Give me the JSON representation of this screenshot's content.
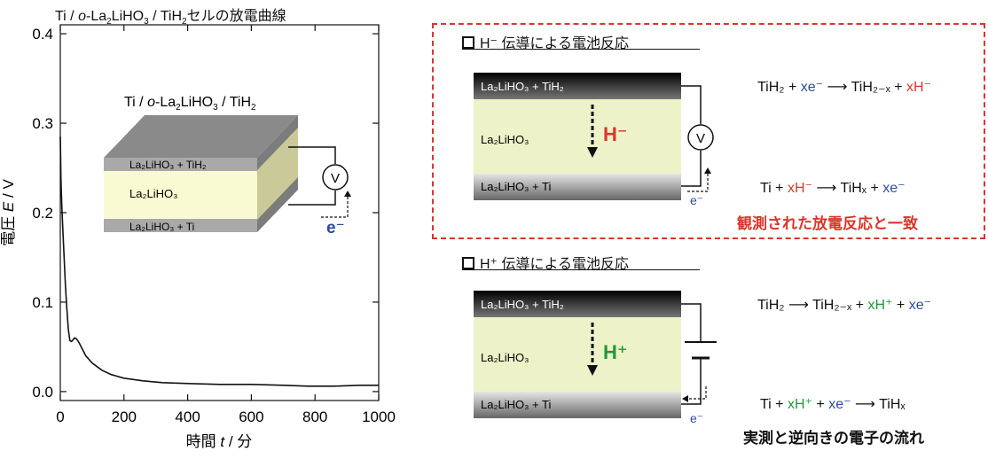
{
  "chart_title_pre": "Ti / ",
  "chart_title_o": "o",
  "chart_title_mid": "-La",
  "chart_title_s2": "2",
  "chart_title_mid2": "LiHO",
  "chart_title_s3": "3",
  "chart_title_mid3": " / TiH",
  "chart_title_s4": "2",
  "chart_title_post": "セルの放電曲線",
  "chart_data": {
    "type": "line",
    "xlabel_pre": "時間 ",
    "xlabel_var": "t",
    "xlabel_post": "  / 分",
    "ylabel_pre": "電圧 ",
    "ylabel_var": "E",
    "ylabel_post": " / V",
    "xlim": [
      0,
      1000
    ],
    "ylim": [
      -0.01,
      0.41
    ],
    "xticks": [
      0,
      200,
      400,
      600,
      800,
      1000
    ],
    "yticks": [
      0.0,
      0.1,
      0.2,
      0.3,
      0.4
    ],
    "ytick_labels": [
      "0.0",
      "0.1",
      "0.2",
      "0.3",
      "0.4"
    ],
    "series": [
      {
        "x": [
          0,
          1,
          2,
          3,
          5,
          8,
          12,
          16,
          20,
          25,
          30,
          35,
          40,
          45,
          50,
          55,
          60,
          70,
          80,
          100,
          130,
          160,
          200,
          260,
          320,
          400,
          500,
          600,
          700,
          780,
          860,
          940,
          1000
        ],
        "y": [
          0.285,
          0.26,
          0.24,
          0.225,
          0.205,
          0.18,
          0.15,
          0.12,
          0.095,
          0.07,
          0.057,
          0.056,
          0.058,
          0.06,
          0.059,
          0.057,
          0.054,
          0.047,
          0.04,
          0.032,
          0.024,
          0.019,
          0.015,
          0.012,
          0.01,
          0.009,
          0.008,
          0.008,
          0.007,
          0.006,
          0.006,
          0.007,
          0.007
        ]
      }
    ]
  },
  "inset": {
    "title_pre": "Ti / ",
    "title_o": "o",
    "title_mid": "-La",
    "title_s2": "2",
    "title_mid2": "LiHO",
    "title_s3": "3",
    "title_mid3": " / TiH",
    "title_s4": "2",
    "layer_top": "La₂LiHO₃ + TiH₂",
    "layer_mid": "La₂LiHO₃",
    "layer_bot": "La₂LiHO₃ + Ti",
    "volt": "V",
    "electron": "e⁻"
  },
  "hminus": {
    "heading": "H⁻ 伝導による電池反応",
    "layer_top": "La₂LiHO₃ + TiH₂",
    "layer_mid": "La₂LiHO₃",
    "layer_bot": "La₂LiHO₃ + Ti",
    "ion": "H⁻",
    "volt": "V",
    "electron": "e⁻",
    "eq1_a": "TiH₂ + ",
    "eq1_b": "xe⁻",
    "eq1_c": " ⟶  TiH₂₋ₓ + ",
    "eq1_d": "xH⁻",
    "eq2_a": "Ti + ",
    "eq2_b": "xH⁻",
    "eq2_c": " ⟶ TiHₓ + ",
    "eq2_d": "xe⁻",
    "note": "観測された放電反応と一致"
  },
  "hplus": {
    "heading": "H⁺ 伝導による電池反応",
    "layer_top": "La₂LiHO₃ + TiH₂",
    "layer_mid": "La₂LiHO₃",
    "layer_bot": "La₂LiHO₃ + Ti",
    "ion": "H⁺",
    "electron": "e⁻",
    "eq1_a": "TiH₂ ⟶ TiH₂₋ₓ + ",
    "eq1_b": "xH⁺",
    "eq1_c": " + ",
    "eq1_d": "xe⁻",
    "eq2_a": "Ti + ",
    "eq2_b": "xH⁺",
    "eq2_c": " + ",
    "eq2_d": "xe⁻",
    "eq2_e": " ⟶  TiHₓ",
    "note": "実測と逆向きの電子の流れ"
  }
}
